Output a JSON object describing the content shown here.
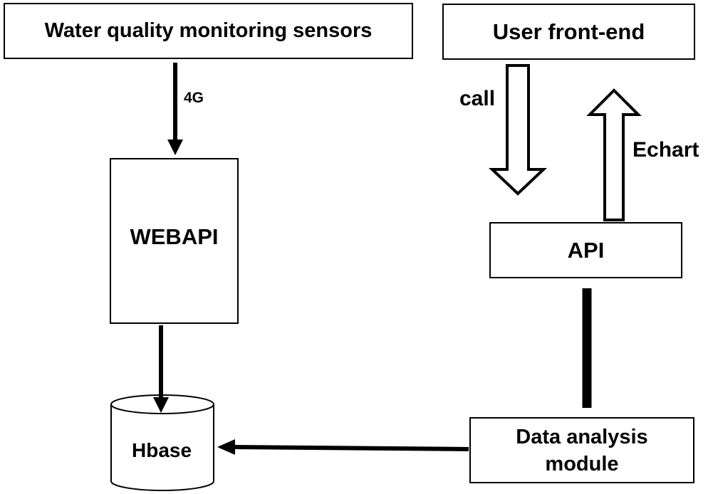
{
  "nodes": {
    "sensors": "Water quality monitoring sensors",
    "frontend": "User front-end",
    "webapi": "WEBAPI",
    "api": "API",
    "analysis_line1": "Data analysis",
    "analysis_line2": "module",
    "hbase": "Hbase"
  },
  "edges": {
    "sensors_to_webapi": "4G",
    "frontend_to_api": "call",
    "api_to_frontend": "Echart"
  }
}
